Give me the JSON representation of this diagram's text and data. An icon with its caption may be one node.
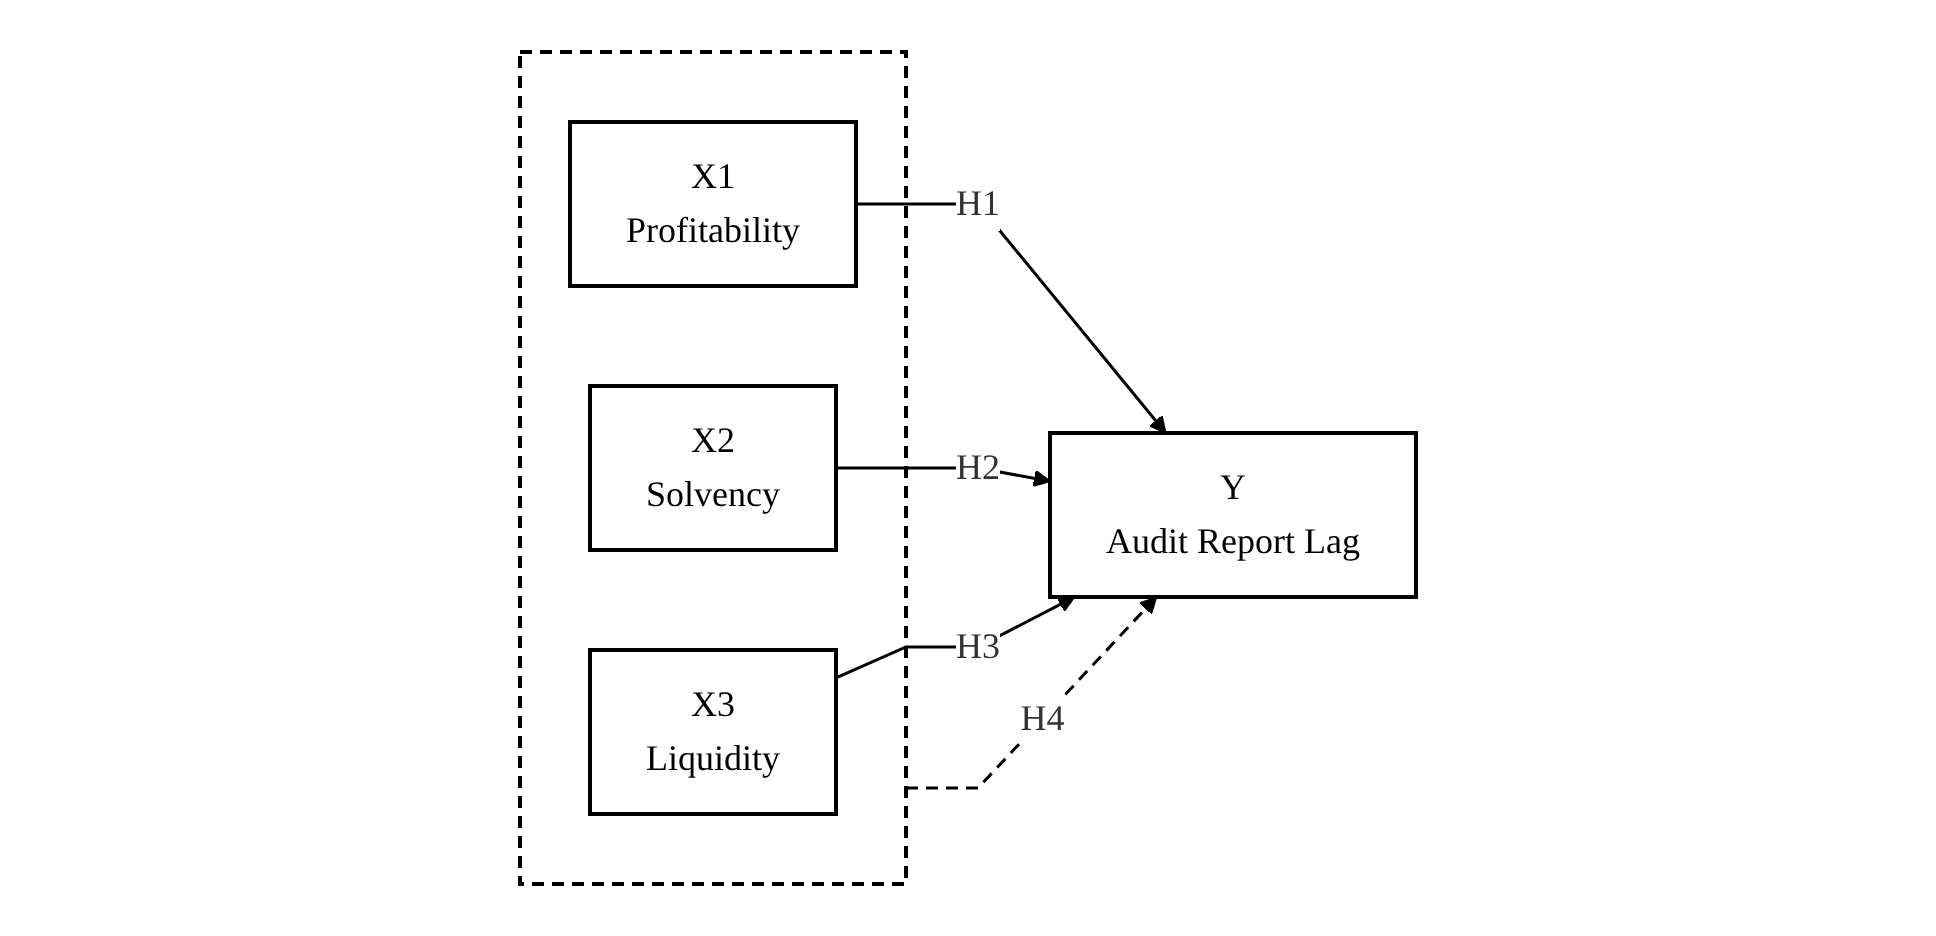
{
  "diagram": {
    "nodes": [
      {
        "text": [],
        "shape": "box"
      },
      {
        "text": [
          "X1",
          "Profitability"
        ],
        "in": 0
      },
      {
        "text": [
          "X2",
          "Solvency"
        ],
        "in": 0
      },
      {
        "text": [
          "X3",
          "Liquidity"
        ],
        "in": 0
      },
      {
        "text": [
          "Y",
          "Audit Report Lag"
        ]
      }
    ],
    "edges": [
      {
        "from": 1,
        "to": 4,
        "arrow": "to",
        "label": "H1"
      },
      {
        "from": 2,
        "to": 4,
        "arrow": "to",
        "label": "H2"
      },
      {
        "from": 3,
        "to": 4,
        "arrow": "to",
        "label": "H3"
      },
      {
        "from": 0,
        "to": 4,
        "arrow": "to",
        "label": "H4",
        "style": "dashed"
      }
    ]
  }
}
